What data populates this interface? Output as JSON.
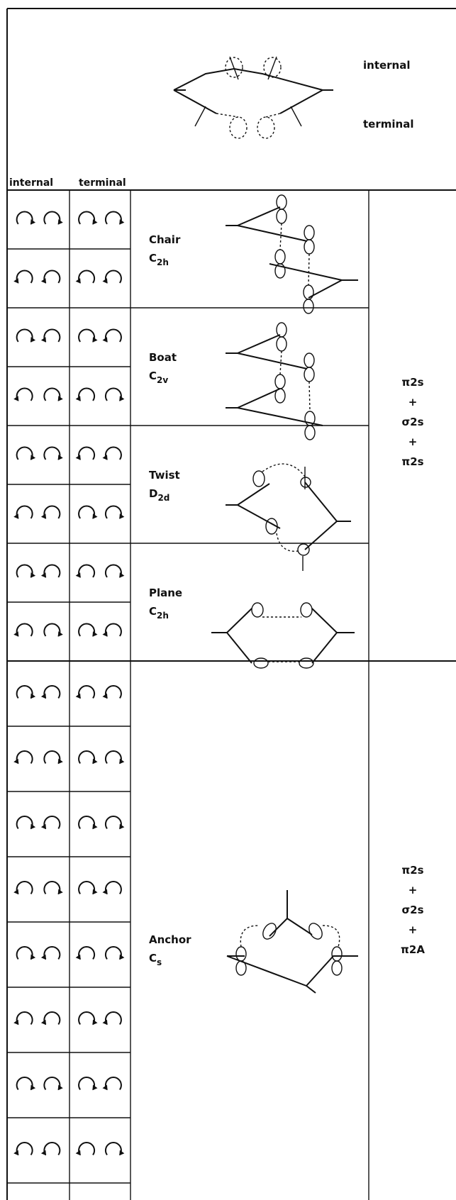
{
  "header": {
    "label_internal": "internal",
    "label_terminal": "terminal",
    "col_internal": "internal",
    "col_terminal": "terminal"
  },
  "groups": [
    {
      "name": "Chair",
      "symmetry": "C",
      "subscript": "2h",
      "rows": [
        {
          "internal": [
            "cw",
            "cw"
          ],
          "terminal": [
            "cw",
            "cw"
          ]
        },
        {
          "internal": [
            "ccw",
            "ccw"
          ],
          "terminal": [
            "ccw",
            "ccw"
          ]
        }
      ]
    },
    {
      "name": "Boat",
      "symmetry": "C",
      "subscript": "2v",
      "rows": [
        {
          "internal": [
            "cw",
            "ccw"
          ],
          "terminal": [
            "cw",
            "ccw"
          ]
        },
        {
          "internal": [
            "ccw",
            "cw"
          ],
          "terminal": [
            "ccw",
            "cw"
          ]
        }
      ]
    },
    {
      "name": "Twist",
      "symmetry": "D",
      "subscript": "2d",
      "rows": [
        {
          "internal": [
            "cw",
            "cw"
          ],
          "terminal": [
            "ccw",
            "ccw"
          ]
        },
        {
          "internal": [
            "ccw",
            "ccw"
          ],
          "terminal": [
            "cw",
            "cw"
          ]
        }
      ]
    },
    {
      "name": "Plane",
      "symmetry": "C",
      "subscript": "2h",
      "rows": [
        {
          "internal": [
            "cw",
            "ccw"
          ],
          "terminal": [
            "ccw",
            "cw"
          ]
        },
        {
          "internal": [
            "ccw",
            "cw"
          ],
          "terminal": [
            "cw",
            "ccw"
          ]
        }
      ]
    }
  ],
  "right_label_1": [
    "π2s",
    "+",
    "σ2s",
    "+",
    "π2s"
  ],
  "anchor": {
    "name": "Anchor",
    "symmetry": "C",
    "subscript": "s",
    "rows": [
      {
        "internal": [
          "cw",
          "ccw"
        ],
        "terminal": [
          "ccw",
          "ccw"
        ]
      },
      {
        "internal": [
          "ccw",
          "cw"
        ],
        "terminal": [
          "cw",
          "cw"
        ]
      },
      {
        "internal": [
          "cw",
          "ccw"
        ],
        "terminal": [
          "cw",
          "cw"
        ]
      },
      {
        "internal": [
          "ccw",
          "cw"
        ],
        "terminal": [
          "cw",
          "ccw"
        ]
      },
      {
        "internal": [
          "cw",
          "ccw"
        ],
        "terminal": [
          "ccw",
          "cw"
        ]
      },
      {
        "internal": [
          "ccw",
          "ccw"
        ],
        "terminal": [
          "cw",
          "ccw"
        ]
      },
      {
        "internal": [
          "cw",
          "cw"
        ],
        "terminal": [
          "cw",
          "ccw"
        ]
      },
      {
        "internal": [
          "ccw",
          "ccw"
        ],
        "terminal": [
          "ccw",
          "cw"
        ]
      }
    ]
  },
  "right_label_2": [
    "π2s",
    "+",
    "σ2s",
    "+",
    "π2A"
  ]
}
